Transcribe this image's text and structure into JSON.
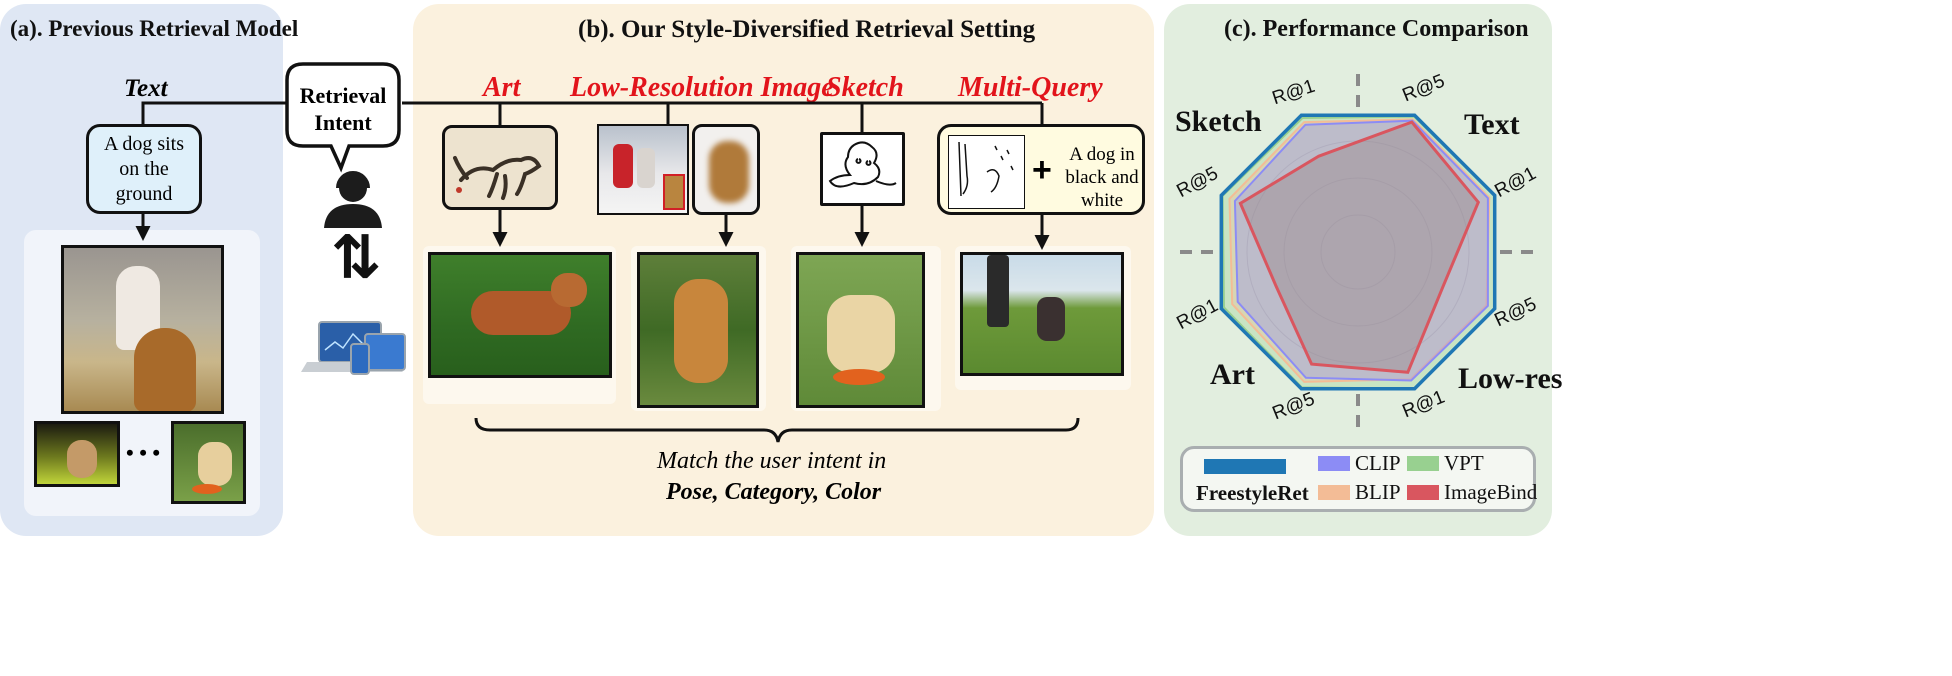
{
  "panel_a": {
    "title": "(a). Previous Retrieval Model",
    "text_label": "Text",
    "query_text": "A dog sits on the ground",
    "ellipsis": "• • •"
  },
  "intent": {
    "bubble_text": "Retrieval Intent",
    "arrows": "⇅"
  },
  "panel_b": {
    "title": "(b). Our Style-Diversified Retrieval Setting",
    "queries": [
      "Art",
      "Low-Resolution Image",
      "Sketch",
      "Multi-Query"
    ],
    "plus": "+",
    "multi_query_text": "A dog in black and white",
    "caption_line1": "Match the user intent in",
    "caption_line2": "Pose, Category, Color"
  },
  "panel_c": {
    "title": "(c). Performance Comparison",
    "groups": [
      "Sketch",
      "Text",
      "Art",
      "Low-res"
    ],
    "axes": [
      "R@1",
      "R@5",
      "R@1",
      "R@5",
      "R@1",
      "R@5",
      "R@1",
      "R@5"
    ],
    "legend": [
      "FreestyleRet",
      "CLIP",
      "VPT",
      "BLIP",
      "ImageBind"
    ]
  },
  "colors": {
    "panel_a_bg": "#dfe7f4",
    "panel_b_bg": "#fbf1de",
    "panel_c_bg": "#e2eedf",
    "query_box_bg": "#dff0fa",
    "multi_box_bg": "#fffbe0",
    "label_red": "#e2141b",
    "freestyleret": "#1f77b4",
    "clip": "#8c8cf5",
    "vpt": "#98d090",
    "blip": "#f3bc96",
    "imagebind": "#d9565f"
  }
}
